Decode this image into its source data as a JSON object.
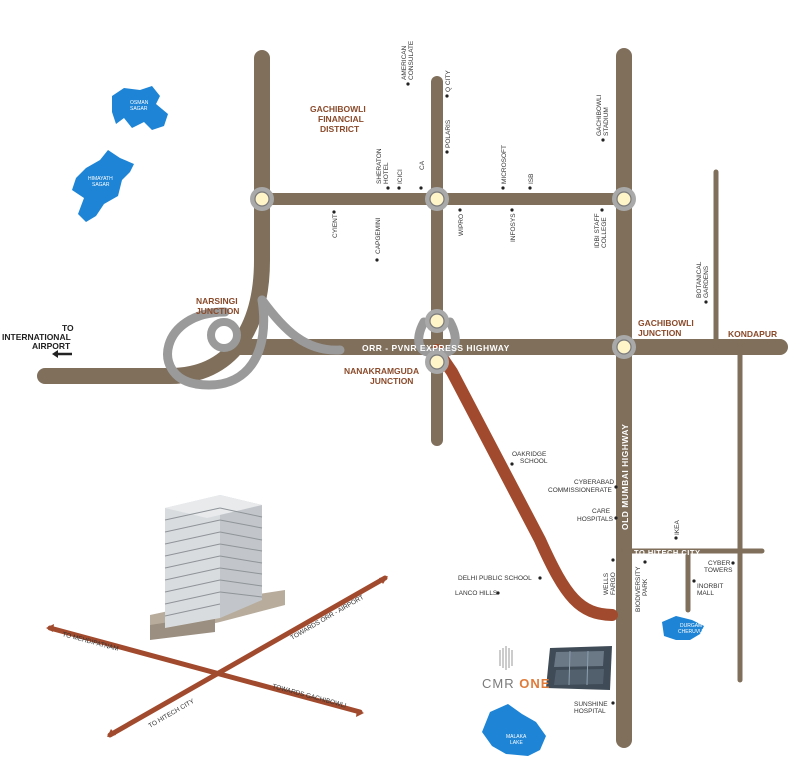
{
  "map": {
    "highway_label": "ORR - PVNR EXPRESS HIGHWAY",
    "old_mumbai_label": "OLD MUMBAI HIGHWAY",
    "hitech_label": "TO HITECH CITY",
    "airport_label": [
      "TO",
      "INTERNATIONAL",
      "AIRPORT"
    ],
    "headers": {
      "financial_district": [
        "GACHIBOWLI",
        "FINANCIAL",
        "DISTRICT"
      ],
      "narsingi": [
        "NARSINGI",
        "JUNCTION"
      ],
      "nanakramguda": [
        "NANAKRAMGUDA",
        "JUNCTION"
      ],
      "gachibowli_junction": [
        "GACHIBOWLI",
        "JUNCTION"
      ],
      "kondapur": "KONDAPUR"
    },
    "lakes": {
      "osman_sagar": [
        "OSMAN",
        "SAGAR"
      ],
      "himayath_sagar": [
        "HIMAYATH",
        "SAGAR"
      ],
      "durgam_cheruvu": [
        "DURGAM",
        "CHERUVU"
      ],
      "malaka_lake": [
        "MALAKA",
        "LAKE"
      ]
    },
    "vertical_labels": {
      "american_consulate": [
        "AMERICAN",
        "CONSULATE"
      ],
      "q_city": "Q CITY",
      "polaris": "POLARIS",
      "gachibowli_stadium": [
        "GACHIBOWLI",
        "STADIUM"
      ],
      "sheraton_hotel": [
        "SHERATON",
        "HOTEL"
      ],
      "icici": "ICICI",
      "ca": "CA",
      "microsoft": "MICROSOFT",
      "isb": "ISB",
      "cyient": "CYIENT",
      "capgemini": "CAPGEMINI",
      "wipro": "WIPRO",
      "infosys": "INFOSYS",
      "idbi": [
        "IDBI STAFF",
        "COLLEGE"
      ],
      "botanical": [
        "BOTANICAL",
        "GARDENS"
      ],
      "wells_fargo": [
        "WELLS",
        "FARGO"
      ],
      "biodiversity": [
        "BIODIVERSITY",
        "PARK"
      ],
      "ikea": "IKEA"
    },
    "landmarks": {
      "oakridge": [
        "OAKRIDGE",
        "SCHOOL"
      ],
      "cyberabad": [
        "CYBERABAD",
        "COMMISSIONERATE"
      ],
      "care": [
        "CARE",
        "HOSPITALS"
      ],
      "dps": "DELHI PUBLIC SCHOOL",
      "lanco": "LANCO HILLS",
      "sunshine": [
        "SUNSHINE",
        "HOSPITAL"
      ],
      "cyber_towers": [
        "CYBER",
        "TOWERS"
      ],
      "inorbit": [
        "INORBIT",
        "MALL"
      ]
    },
    "brand": {
      "prefix": "CMR ",
      "suffix": "ONE"
    },
    "inset": {
      "mehdipatnam": "TO MEHDIPATNAM",
      "orr_airport": "TOWARDS ORR - AIRPORT",
      "hitech": "TO HITECH CITY",
      "gachibowli": "TOWARDS GACHIBOWLI"
    }
  }
}
